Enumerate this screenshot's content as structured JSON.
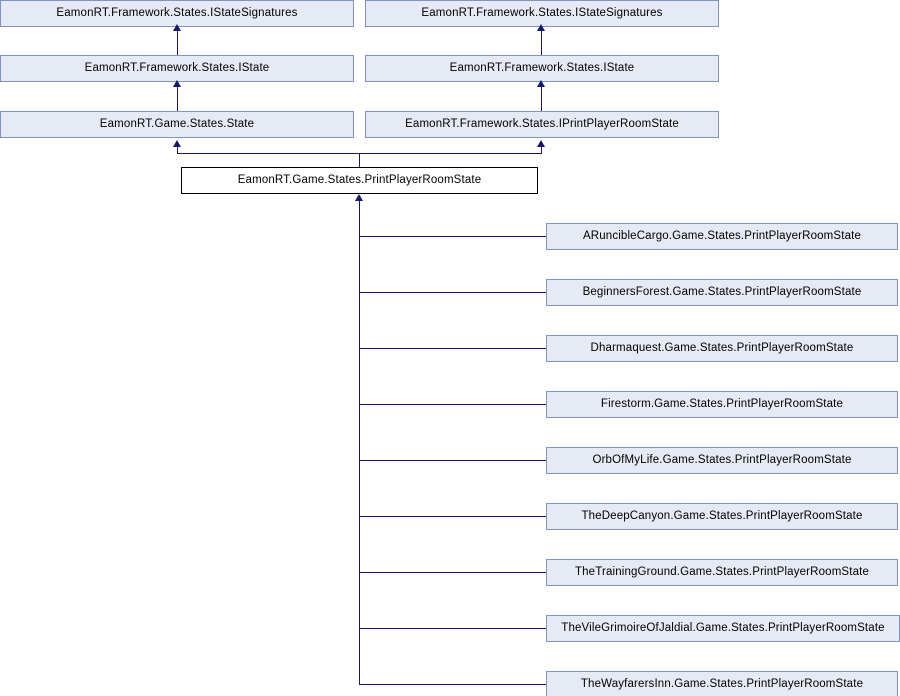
{
  "diagram": {
    "type": "class-inheritance-hierarchy",
    "title": "EamonRT.Game.States.PrintPlayerRoomState inheritance diagram",
    "colors": {
      "base_node_fill": "#e5eaf4",
      "base_node_border": "#8093c4",
      "current_node_fill": "#ffffff",
      "current_node_border": "#000000",
      "edge": "#17176b",
      "background": "#ffffff"
    },
    "ancestors_left": [
      {
        "label": "EamonRT.Framework.States.IStateSignatures"
      },
      {
        "label": "EamonRT.Framework.States.IState"
      },
      {
        "label": "EamonRT.Game.States.State"
      }
    ],
    "ancestors_right": [
      {
        "label": "EamonRT.Framework.States.IStateSignatures"
      },
      {
        "label": "EamonRT.Framework.States.IState"
      },
      {
        "label": "EamonRT.Framework.States.IPrintPlayerRoomState"
      }
    ],
    "current": {
      "label": "EamonRT.Game.States.PrintPlayerRoomState"
    },
    "derived": [
      {
        "label": "ARuncibleCargo.Game.States.PrintPlayerRoomState"
      },
      {
        "label": "BeginnersForest.Game.States.PrintPlayerRoomState"
      },
      {
        "label": "Dharmaquest.Game.States.PrintPlayerRoomState"
      },
      {
        "label": "Firestorm.Game.States.PrintPlayerRoomState"
      },
      {
        "label": "OrbOfMyLife.Game.States.PrintPlayerRoomState"
      },
      {
        "label": "TheDeepCanyon.Game.States.PrintPlayerRoomState"
      },
      {
        "label": "TheTrainingGround.Game.States.PrintPlayerRoomState"
      },
      {
        "label": "TheVileGrimoireOfJaldial.Game.States.PrintPlayerRoomState"
      },
      {
        "label": "TheWayfarersInn.Game.States.PrintPlayerRoomState"
      }
    ]
  }
}
